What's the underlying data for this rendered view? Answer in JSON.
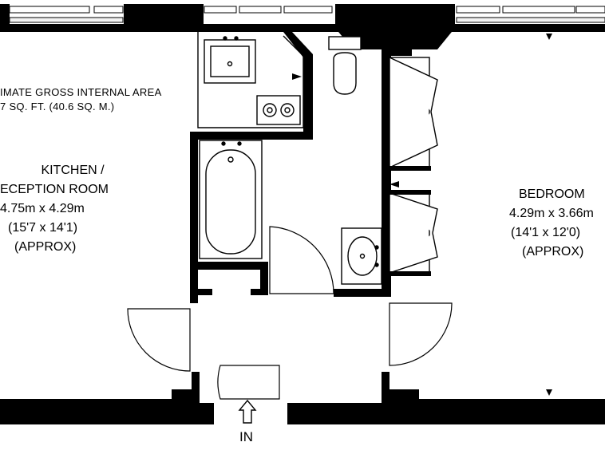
{
  "area_note": {
    "line1": "IMATE GROSS INTERNAL AREA",
    "line2": "7 SQ. FT. (40.6 SQ. M.)"
  },
  "kitchen": {
    "name": "KITCHEN /",
    "name2": "ECEPTION ROOM",
    "metric": "4.75m x 4.29m",
    "imperial": "(15'7 x 14'1)",
    "approx": "(APPROX)"
  },
  "bedroom": {
    "name": "BEDROOM",
    "metric": "4.29m x 3.66m",
    "imperial": "(14'1 x 12'0)",
    "approx": "(APPROX)"
  },
  "entrance": {
    "label": "IN",
    "arrow_icon": "up-arrow-icon"
  },
  "colors": {
    "wall": "#000000",
    "background": "#ffffff",
    "fixture_fill": "#e6e6e6"
  }
}
